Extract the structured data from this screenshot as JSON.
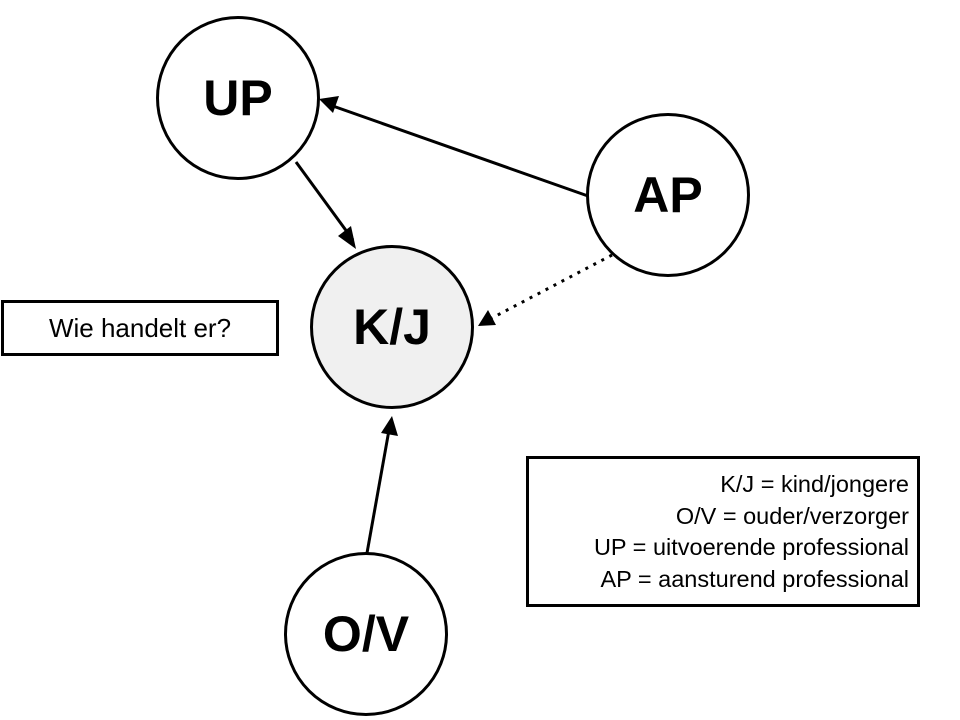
{
  "diagram": {
    "nodes": [
      {
        "id": "UP",
        "label": "UP",
        "fill": "#ffffff"
      },
      {
        "id": "AP",
        "label": "AP",
        "fill": "#ffffff"
      },
      {
        "id": "KJ",
        "label": "K/J",
        "fill": "#f0f0f0"
      },
      {
        "id": "OV",
        "label": "O/V",
        "fill": "#ffffff"
      }
    ],
    "edges": [
      {
        "from": "UP",
        "to": "KJ",
        "style": "solid"
      },
      {
        "from": "AP",
        "to": "UP",
        "style": "solid"
      },
      {
        "from": "AP",
        "to": "KJ",
        "style": "dotted"
      },
      {
        "from": "OV",
        "to": "KJ",
        "style": "solid"
      }
    ],
    "question": "Wie handelt er?",
    "legend": [
      "K/J = kind/jongere",
      "O/V = ouder/verzorger",
      "UP = uitvoerende professional",
      "AP = aansturend professional"
    ]
  }
}
